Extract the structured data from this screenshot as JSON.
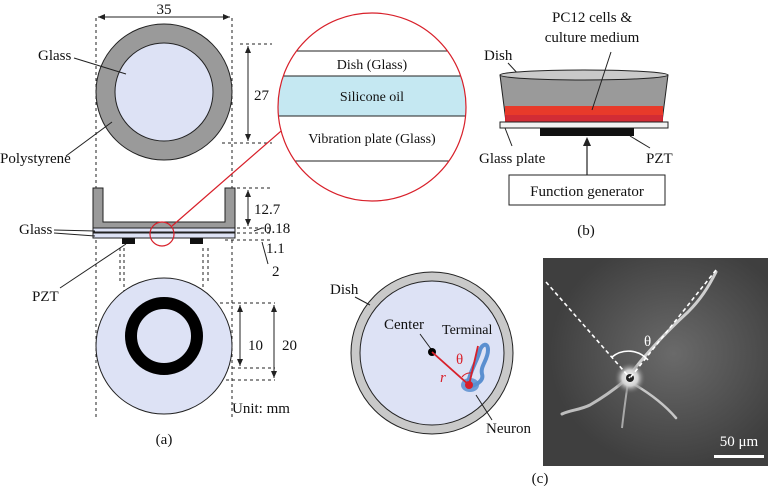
{
  "panel_a": {
    "dim_35": "35",
    "dim_27": "27",
    "dim_12_7": "12.7",
    "dim_0_18": "0.18",
    "dim_1_1": "1.1",
    "dim_2": "2",
    "dim_10": "10",
    "dim_20": "20",
    "label_glass_top": "Glass",
    "label_polystyrene": "Polystyrene",
    "label_glass_side": "Glass",
    "label_pzt": "PZT",
    "unit": "Unit: mm",
    "caption": "(a)",
    "inset_dish": "Dish (Glass)",
    "inset_oil": "Silicone oil",
    "inset_plate": "Vibration plate (Glass)"
  },
  "panel_b": {
    "cells_line1": "PC12 cells &",
    "cells_line2": "culture medium",
    "dish": "Dish",
    "glass_plate": "Glass plate",
    "pzt": "PZT",
    "generator": "Function generator",
    "caption": "(b)"
  },
  "panel_c": {
    "dish": "Dish",
    "center": "Center",
    "terminal": "Terminal",
    "theta": "θ",
    "r": "r",
    "neuron": "Neuron",
    "photo_theta": "θ",
    "scale": "50 μm",
    "caption": "(c)"
  },
  "colors": {
    "glass_fill": "#dde2f5",
    "gray_ring": "#9a9a9a",
    "oil_fill": "#c5e8f2",
    "red": "#d8202a",
    "neuron_blue": "#5a8fd0"
  }
}
